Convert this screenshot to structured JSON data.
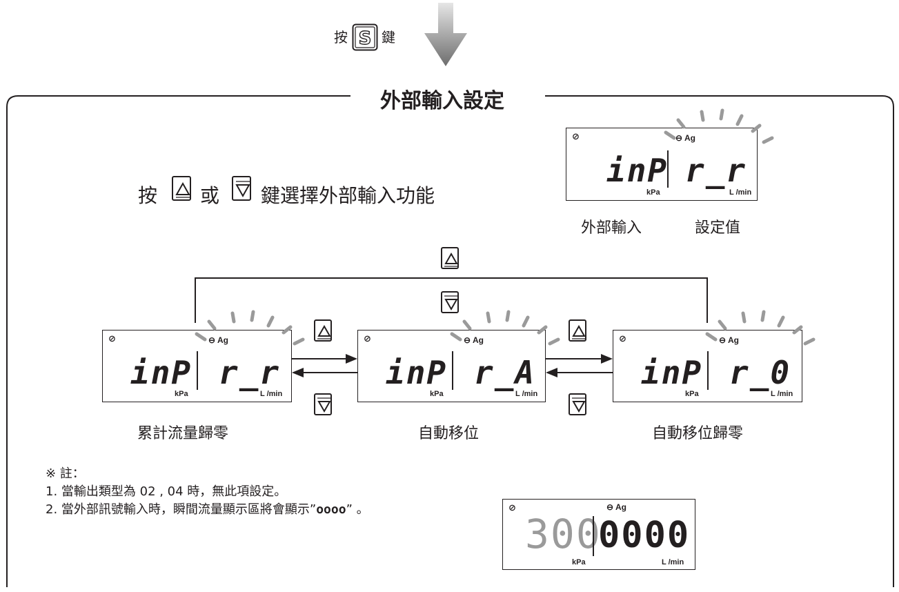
{
  "header": {
    "press": "按",
    "key_letter": "S",
    "key_suffix": "鍵"
  },
  "section": {
    "title": "外部輸入設定"
  },
  "instruction": {
    "press": "按",
    "or": "或",
    "rest": "鍵選擇外部輸入功能"
  },
  "top_display": {
    "left": "inP",
    "right": "r_r",
    "unit_left": "kPa",
    "unit_right": "L /min",
    "indicator": "Ag",
    "caption_left": "外部輸入",
    "caption_right": "設定值"
  },
  "displays": [
    {
      "left": "inP",
      "right": "r_r",
      "unit_left": "kPa",
      "unit_right": "L /min",
      "indicator": "Ag",
      "caption": "累計流量歸零"
    },
    {
      "left": "inP",
      "right": "r_A",
      "unit_left": "kPa",
      "unit_right": "L /min",
      "indicator": "Ag",
      "caption": "自動移位"
    },
    {
      "left": "inP",
      "right": "r_0",
      "unit_left": "kPa",
      "unit_right": "L /min",
      "indicator": "Ag",
      "caption": "自動移位歸零"
    }
  ],
  "notes": {
    "title": "※ 註：",
    "line1": "1. 當輸出類型為 02 , 04 時，無此項設定。",
    "line2_a": "2. 當外部訊號輸入時，瞬間流量顯示區將會顯示”",
    "line2_code": "oooo",
    "line2_b": "” 。"
  },
  "example_display": {
    "left": "300",
    "right": "0000",
    "unit_left": "kPa",
    "unit_right": "L /min",
    "indicator": "Ag"
  },
  "colors": {
    "ink": "#231f20",
    "blink": "#9a9a9a",
    "arrow_top": "#e6e6e6",
    "arrow_bottom": "#6d6d6d"
  }
}
